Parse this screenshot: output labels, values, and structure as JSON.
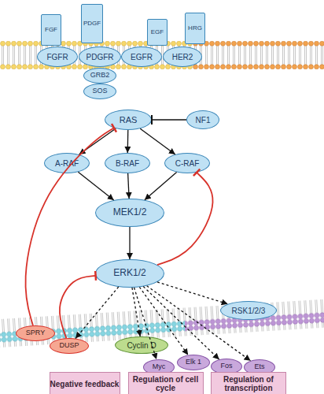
{
  "diagram": {
    "nodes": [
      {
        "text": [
          "FGF"
        ]
      },
      {
        "text": [
          "PDGF"
        ]
      },
      {
        "text": [
          "EGF"
        ]
      },
      {
        "text": [
          "HRG"
        ]
      },
      {
        "text": [
          "FGFR"
        ]
      },
      {
        "text": [
          "PDGFR"
        ]
      },
      {
        "text": [
          "EGFR"
        ]
      },
      {
        "text": [
          "HER2"
        ]
      },
      {
        "text": [
          "GRB2"
        ]
      },
      {
        "text": [
          "SOS"
        ]
      },
      {
        "text": [
          "RAS"
        ]
      },
      {
        "text": [
          "NF1"
        ]
      },
      {
        "text": [
          "A-RAF"
        ]
      },
      {
        "text": [
          "B-RAF"
        ]
      },
      {
        "text": [
          "C-RAF"
        ]
      },
      {
        "text": [
          "MEK1/2"
        ]
      },
      {
        "text": [
          "ERK1/2"
        ]
      },
      {
        "text": [
          "RSK1/2/3"
        ]
      },
      {
        "text": [
          "SPRY"
        ]
      },
      {
        "text": [
          "DUSP"
        ]
      },
      {
        "text": [
          "Cyclin D"
        ]
      },
      {
        "text": [
          "Myc"
        ]
      },
      {
        "text": [
          "Elk 1"
        ]
      },
      {
        "text": [
          "Fos"
        ]
      },
      {
        "text": [
          "Ets"
        ]
      },
      {
        "text": [
          "Negative feedback"
        ]
      },
      {
        "text": [
          "Regulation of cell cycle"
        ]
      },
      {
        "text": [
          "Regulation of transcription"
        ]
      }
    ],
    "edges": [
      {
        "from": 11,
        "to": 10,
        "arrow": "to"
      },
      {
        "from": 10,
        "to": 12,
        "arrow": "to"
      },
      {
        "from": 10,
        "to": 13,
        "arrow": "to"
      },
      {
        "from": 10,
        "to": 14,
        "arrow": "to"
      },
      {
        "from": 12,
        "to": 15,
        "arrow": "to"
      },
      {
        "from": 13,
        "to": 15,
        "arrow": "to"
      },
      {
        "from": 14,
        "to": 15,
        "arrow": "to"
      },
      {
        "from": 15,
        "to": 16,
        "arrow": "to"
      },
      {
        "from": 16,
        "to": 17,
        "arrow": "to"
      },
      {
        "from": 16,
        "to": 19,
        "arrow": "to"
      },
      {
        "from": 16,
        "to": 20,
        "arrow": "to"
      },
      {
        "from": 16,
        "to": 21,
        "arrow": "to"
      },
      {
        "from": 16,
        "to": 22,
        "arrow": "to"
      },
      {
        "from": 16,
        "to": 23,
        "arrow": "to"
      },
      {
        "from": 16,
        "to": 24,
        "arrow": "to"
      },
      {
        "from": 18,
        "to": 10,
        "arrow": "to"
      },
      {
        "from": 19,
        "to": 16,
        "arrow": "to"
      },
      {
        "from": 16,
        "to": 14,
        "arrow": "to"
      }
    ]
  }
}
